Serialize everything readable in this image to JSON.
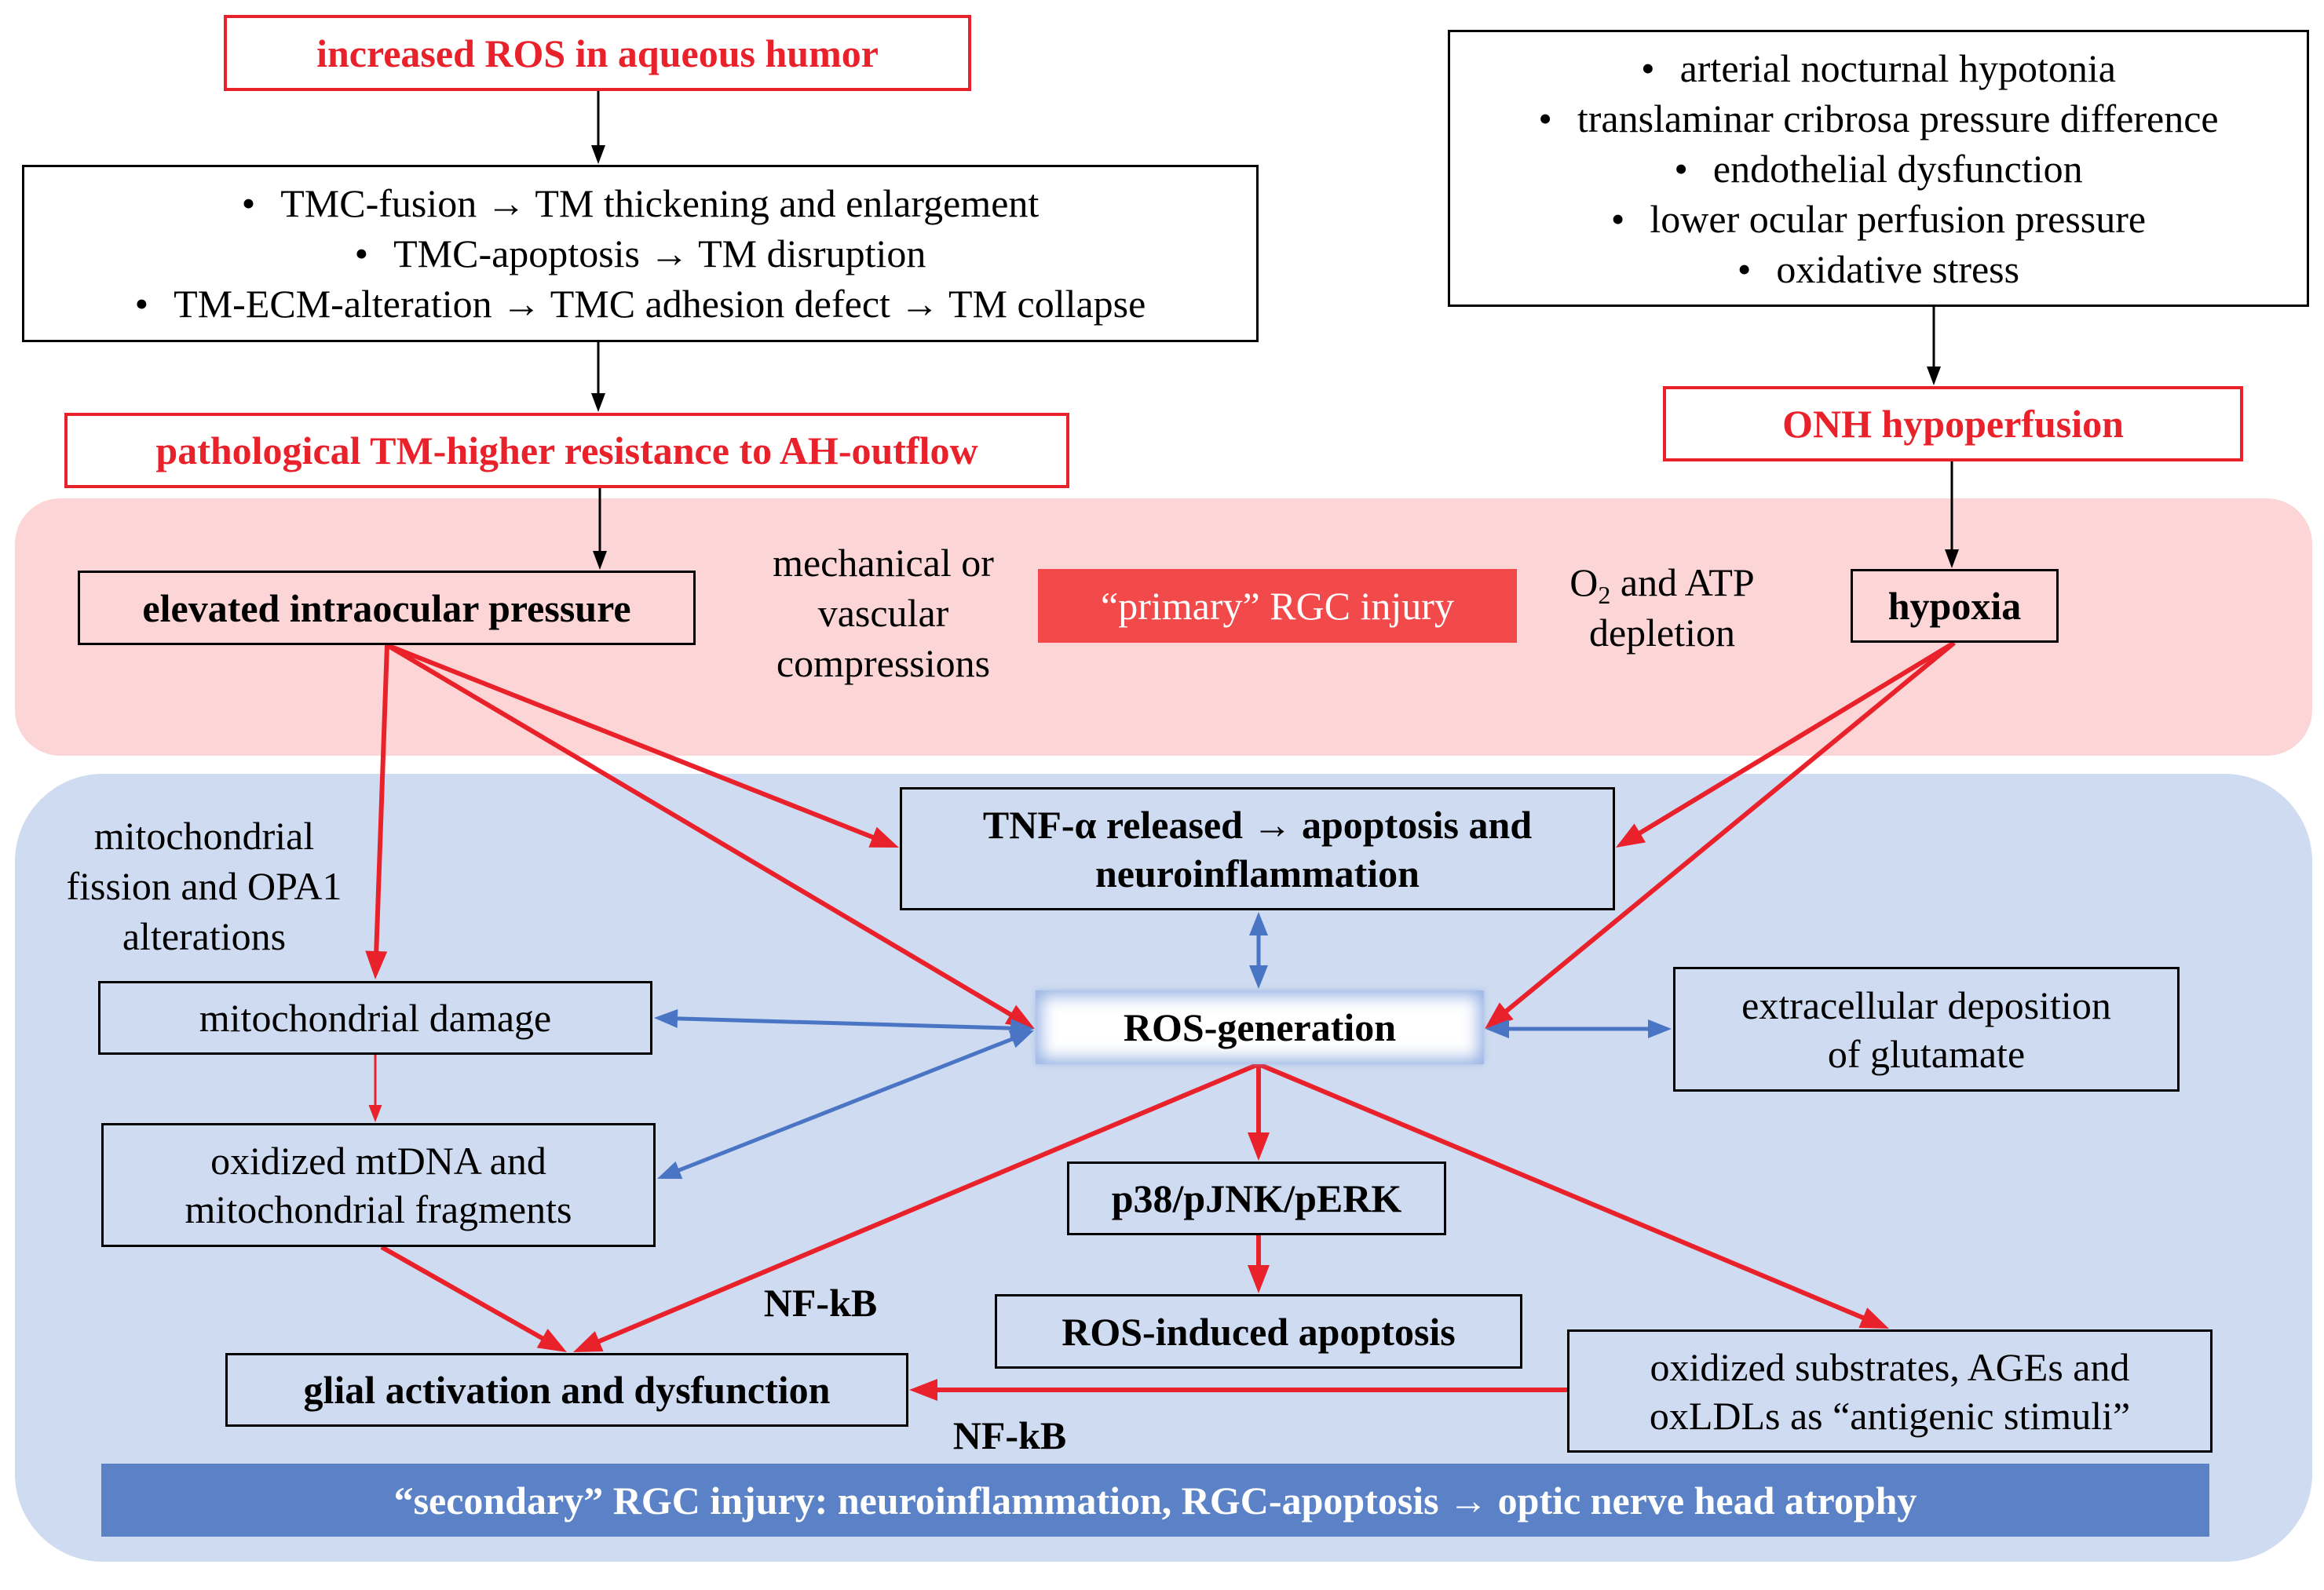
{
  "colors": {
    "red": "#e8212b",
    "primary_fill": "#f24a4a",
    "pink_panel": "#fcd6d6",
    "blue_panel": "#cedbf0",
    "blue_bar": "#5b82c7",
    "blue_arrow": "#4a74c4",
    "text": "#000000"
  },
  "bullet": "•",
  "aqueous": {
    "title": "increased ROS in aqueous humor",
    "tm_changes": [
      "TMC-fusion → TM thickening and enlargement",
      "TMC-apoptosis → TM disruption",
      "TM-ECM-alteration → TMC adhesion defect → TM collapse"
    ],
    "outflow": "pathological TM-higher resistance to AH-outflow"
  },
  "vascular": {
    "factors": [
      "arterial nocturnal hypotonia",
      "translaminar cribrosa pressure difference",
      "endothelial dysfunction",
      "lower ocular perfusion pressure",
      "oxidative stress"
    ],
    "onh": "ONH hypoperfusion"
  },
  "primary": {
    "iop": "elevated intraocular pressure",
    "mechanical": [
      "mechanical or",
      "vascular",
      "compressions"
    ],
    "label": "“primary” RGC injury",
    "depletion": {
      "o": "O",
      "sub": "2",
      "rest": " and ATP",
      "line2": "depletion"
    },
    "hypoxia": "hypoxia"
  },
  "secondary": {
    "mito_note": [
      "mitochondrial",
      "fission and OPA1",
      "alterations"
    ],
    "tnf": [
      "TNF-α released → apoptosis and",
      "neuroinflammation"
    ],
    "mito_damage": "mitochondrial damage",
    "ros": "ROS-generation",
    "glutamate": [
      "extracellular deposition",
      "of glutamate"
    ],
    "mtdna": [
      "oxidized mtDNA and",
      "mitochondrial fragments"
    ],
    "kinases": "p38/pJNK/pERK",
    "ros_apoptosis": "ROS-induced apoptosis",
    "nfkb_1": "NF-kB",
    "glial": "glial activation and dysfunction",
    "antigens": [
      "oxidized substrates, AGEs and",
      "oxLDLs as “antigenic stimuli”"
    ],
    "nfkb_2": "NF-kB",
    "label": "“secondary” RGC injury: neuroinflammation, RGC-apoptosis → optic nerve head atrophy"
  }
}
